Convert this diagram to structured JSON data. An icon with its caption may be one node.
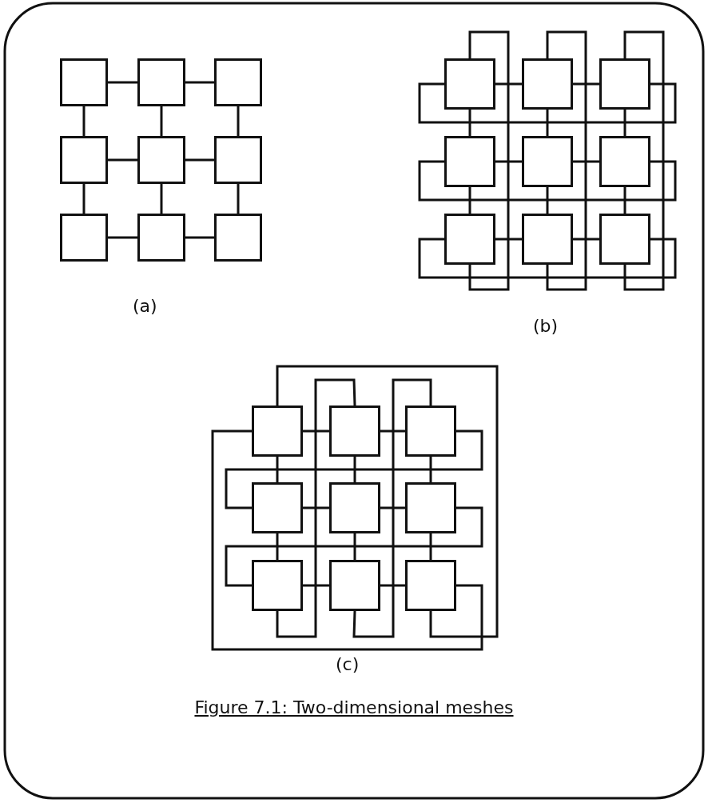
{
  "diagram": {
    "caption": "Figure 7.1: Two-dimensional meshes",
    "nodes": [
      {
        "text": [],
        "shape": "box"
      },
      {
        "text": [],
        "shape": "box"
      },
      {
        "text": [],
        "shape": "box"
      },
      {
        "text": [],
        "shape": "box"
      },
      {
        "text": [],
        "shape": "box"
      },
      {
        "text": [],
        "shape": "box"
      },
      {
        "text": [],
        "shape": "box"
      },
      {
        "text": [],
        "shape": "box"
      },
      {
        "text": [],
        "shape": "box"
      },
      {
        "text": [],
        "shape": "box"
      },
      {
        "text": [],
        "shape": "box"
      },
      {
        "text": [],
        "shape": "box"
      },
      {
        "text": [],
        "shape": "box"
      },
      {
        "text": [],
        "shape": "box"
      },
      {
        "text": [],
        "shape": "box"
      },
      {
        "text": [],
        "shape": "box"
      },
      {
        "text": [],
        "shape": "box"
      },
      {
        "text": [],
        "shape": "box"
      },
      {
        "text": [],
        "shape": "box"
      },
      {
        "text": [],
        "shape": "box"
      },
      {
        "text": [],
        "shape": "box"
      },
      {
        "text": [],
        "shape": "box"
      },
      {
        "text": [],
        "shape": "box"
      },
      {
        "text": [],
        "shape": "box"
      },
      {
        "text": [],
        "shape": "box"
      },
      {
        "text": [],
        "shape": "box"
      },
      {
        "text": [],
        "shape": "box"
      }
    ],
    "edges": [
      {
        "from": 0,
        "to": 1,
        "arrow": "none"
      },
      {
        "from": 1,
        "to": 2,
        "arrow": "none"
      },
      {
        "from": 0,
        "to": 3,
        "arrow": "none"
      },
      {
        "from": 1,
        "to": 4,
        "arrow": "none"
      },
      {
        "from": 2,
        "to": 5,
        "arrow": "none"
      },
      {
        "from": 3,
        "to": 4,
        "arrow": "none"
      },
      {
        "from": 4,
        "to": 5,
        "arrow": "none"
      },
      {
        "from": 3,
        "to": 6,
        "arrow": "none"
      },
      {
        "from": 4,
        "to": 7,
        "arrow": "none"
      },
      {
        "from": 5,
        "to": 8,
        "arrow": "none"
      },
      {
        "from": 6,
        "to": 7,
        "arrow": "none"
      },
      {
        "from": 7,
        "to": 8,
        "arrow": "none"
      },
      {
        "from": 9,
        "to": 10,
        "arrow": "none"
      },
      {
        "from": 10,
        "to": 11,
        "arrow": "none"
      },
      {
        "from": 9,
        "to": 12,
        "arrow": "none"
      },
      {
        "from": 10,
        "to": 13,
        "arrow": "none"
      },
      {
        "from": 11,
        "to": 14,
        "arrow": "none"
      },
      {
        "from": 12,
        "to": 13,
        "arrow": "none"
      },
      {
        "from": 13,
        "to": 14,
        "arrow": "none"
      },
      {
        "from": 12,
        "to": 15,
        "arrow": "none"
      },
      {
        "from": 13,
        "to": 16,
        "arrow": "none"
      },
      {
        "from": 14,
        "to": 17,
        "arrow": "none"
      },
      {
        "from": 15,
        "to": 16,
        "arrow": "none"
      },
      {
        "from": 16,
        "to": 17,
        "arrow": "none"
      },
      {
        "from": 9,
        "to": 11,
        "arrow": "none"
      },
      {
        "from": 12,
        "to": 14,
        "arrow": "none"
      },
      {
        "from": 15,
        "to": 17,
        "arrow": "none"
      },
      {
        "from": 9,
        "to": 15,
        "arrow": "none"
      },
      {
        "from": 10,
        "to": 16,
        "arrow": "none"
      },
      {
        "from": 11,
        "to": 17,
        "arrow": "none"
      },
      {
        "from": 18,
        "to": 19,
        "arrow": "none"
      },
      {
        "from": 19,
        "to": 20,
        "arrow": "none"
      },
      {
        "from": 18,
        "to": 21,
        "arrow": "none"
      },
      {
        "from": 19,
        "to": 22,
        "arrow": "none"
      },
      {
        "from": 20,
        "to": 23,
        "arrow": "none"
      },
      {
        "from": 21,
        "to": 22,
        "arrow": "none"
      },
      {
        "from": 22,
        "to": 23,
        "arrow": "none"
      },
      {
        "from": 21,
        "to": 24,
        "arrow": "none"
      },
      {
        "from": 22,
        "to": 25,
        "arrow": "none"
      },
      {
        "from": 23,
        "to": 26,
        "arrow": "none"
      },
      {
        "from": 24,
        "to": 25,
        "arrow": "none"
      },
      {
        "from": 25,
        "to": 26,
        "arrow": "none"
      },
      {
        "from": 20,
        "to": 21,
        "arrow": "none"
      },
      {
        "from": 23,
        "to": 24,
        "arrow": "none"
      },
      {
        "from": 26,
        "to": 18,
        "arrow": "none"
      },
      {
        "from": 18,
        "to": 26,
        "arrow": "none"
      },
      {
        "from": 19,
        "to": 24,
        "arrow": "none"
      },
      {
        "from": 20,
        "to": 25,
        "arrow": "none"
      }
    ],
    "labels": [
      "(a)",
      "(b)",
      "(c)"
    ]
  }
}
